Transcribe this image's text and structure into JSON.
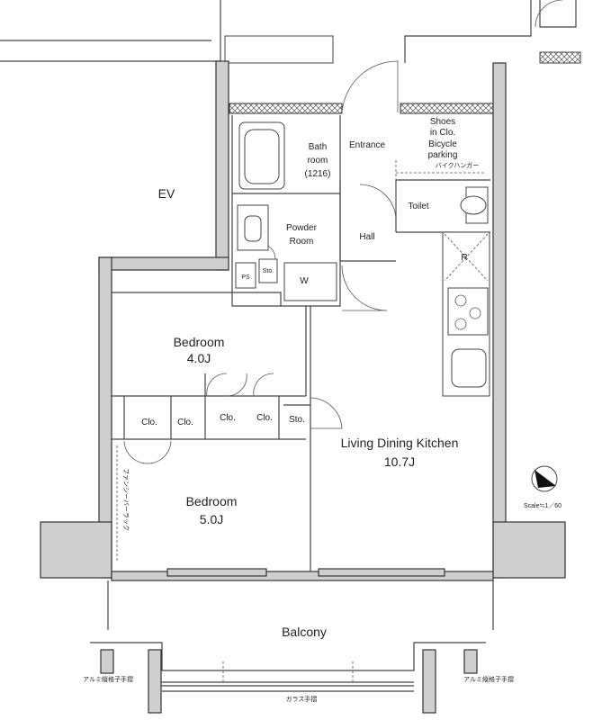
{
  "rooms": {
    "ev": "EV",
    "bath_line1": "Bath",
    "bath_line2": "room",
    "bath_size": "(1216)",
    "entrance": "Entrance",
    "shoes_line1": "Shoes",
    "shoes_line2": "in Clo.",
    "bicycle_line1": "Bicycle",
    "bicycle_line2": "parking",
    "bike_hanger": "バイクハンガー",
    "toilet": "Toilet",
    "powder_line1": "Powder",
    "powder_line2": "Room",
    "hall": "Hall",
    "ps": "PS",
    "sto_powder": "Sto.",
    "washer": "W",
    "fridge": "R",
    "bedroom1": "Bedroom",
    "bedroom1_size": "4.0J",
    "clo1": "Clo.",
    "clo2": "Clo.",
    "clo3": "Clo.",
    "clo4": "Clo.",
    "sto_hall": "Sto.",
    "ldk": "Living Dining Kitchen",
    "ldk_size": "10.7J",
    "bedroom2": "Bedroom",
    "bedroom2_size": "5.0J",
    "fancy_bar_rack": "ファンシーバーラック",
    "balcony": "Balcony",
    "railing_left": "アルミ縦格子手摺",
    "railing_right": "アルミ縦格子手摺",
    "glass_railing": "ガラス手摺"
  },
  "scale": "Scale≒1／60",
  "compass_icon": "north-arrow-icon"
}
